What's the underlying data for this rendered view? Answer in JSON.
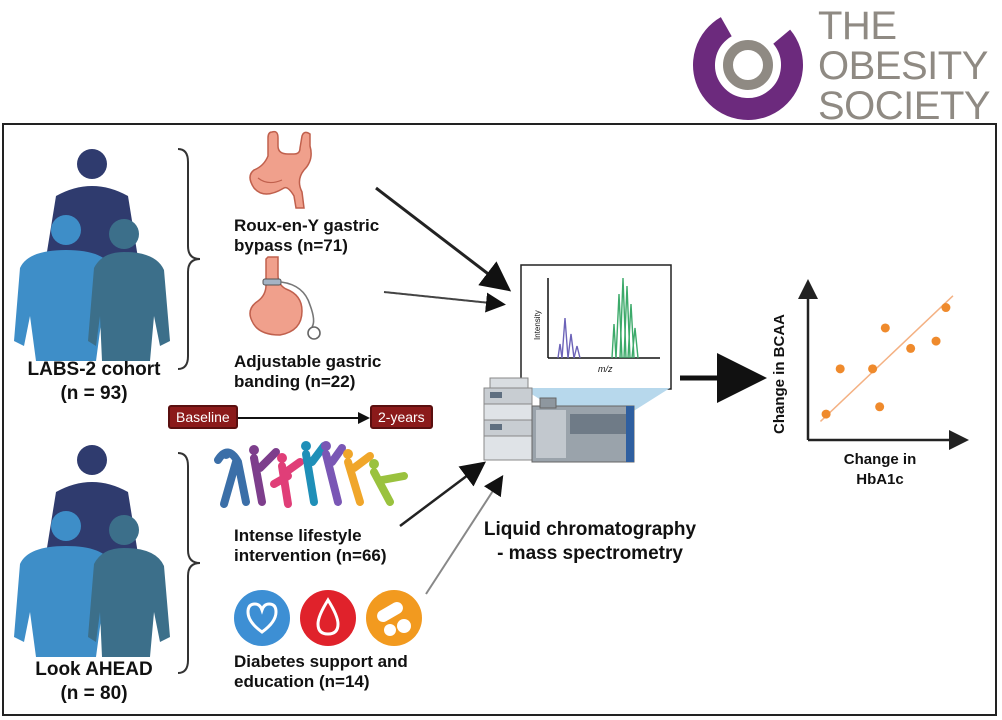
{
  "logo": {
    "line1": "THE",
    "line2": "OBESITY",
    "line3": "SOCIETY"
  },
  "cohorts": {
    "labs2": {
      "name": "LABS-2 cohort",
      "n": "(n = 93)"
    },
    "look_ahead": {
      "name": "Look AHEAD",
      "n": "(n = 80)"
    }
  },
  "interventions": {
    "rygb": {
      "line1": "Roux-en-Y gastric",
      "line2": "bypass (n=71)"
    },
    "band": {
      "line1": "Adjustable gastric",
      "line2": "banding (n=22)"
    },
    "lifestyle": {
      "line1": "Intense lifestyle",
      "line2": "intervention (n=66)"
    },
    "dse": {
      "line1": "Diabetes support and",
      "line2": "education (n=14)"
    }
  },
  "timeline": {
    "start": "Baseline",
    "end": "2-years"
  },
  "spectrum": {
    "ylabel": "Intensity",
    "xlabel": "m/z"
  },
  "method": {
    "line1": "Liquid chromatography",
    "line2": "- mass spectrometry"
  },
  "chart_data": {
    "type": "scatter",
    "xlabel_line1": "Change in",
    "xlabel_line2": "HbA1c",
    "ylabel": "Change in BCAA",
    "points": [
      [
        1.0,
        1.5
      ],
      [
        2.0,
        4.6
      ],
      [
        4.3,
        4.6
      ],
      [
        4.8,
        2.0
      ],
      [
        5.2,
        7.4
      ],
      [
        7.0,
        6.0
      ],
      [
        8.8,
        6.5
      ],
      [
        9.5,
        8.8
      ]
    ],
    "trend": [
      [
        0.6,
        1.0
      ],
      [
        10.0,
        9.6
      ]
    ],
    "xlim": [
      0,
      10.5
    ],
    "ylim": [
      0,
      10
    ],
    "grid": false,
    "colors": {
      "points": "#ef8a2c",
      "trend": "#f4b183"
    }
  },
  "colors": {
    "navy": "#2f3b6e",
    "blue": "#3e8ec8",
    "teal": "#3c6f8a",
    "maroon": "#8b1a1a",
    "logo_purple": "#6c2a7d",
    "logo_gray": "#8f8a83"
  }
}
